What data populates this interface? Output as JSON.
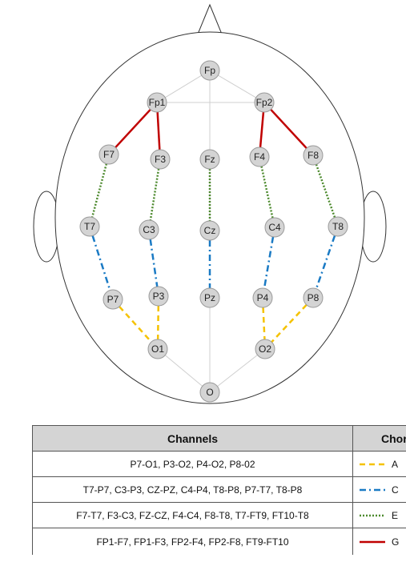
{
  "electrodes": [
    {
      "id": "Fp",
      "label": "Fp"
    },
    {
      "id": "Fp1",
      "label": "Fp1"
    },
    {
      "id": "Fp2",
      "label": "Fp2"
    },
    {
      "id": "F7",
      "label": "F7"
    },
    {
      "id": "F3",
      "label": "F3"
    },
    {
      "id": "Fz",
      "label": "Fz"
    },
    {
      "id": "F4",
      "label": "F4"
    },
    {
      "id": "F8",
      "label": "F8"
    },
    {
      "id": "T7",
      "label": "T7"
    },
    {
      "id": "C3",
      "label": "C3"
    },
    {
      "id": "Cz",
      "label": "Cz"
    },
    {
      "id": "C4",
      "label": "C4"
    },
    {
      "id": "T8",
      "label": "T8"
    },
    {
      "id": "P7",
      "label": "P7"
    },
    {
      "id": "P3",
      "label": "P3"
    },
    {
      "id": "Pz",
      "label": "Pz"
    },
    {
      "id": "P4",
      "label": "P4"
    },
    {
      "id": "P8",
      "label": "P8"
    },
    {
      "id": "O1",
      "label": "O1"
    },
    {
      "id": "O2",
      "label": "O2"
    },
    {
      "id": "O",
      "label": "O"
    }
  ],
  "connections": [
    {
      "from": "Fp1",
      "to": "F7",
      "chord": "G"
    },
    {
      "from": "Fp1",
      "to": "F3",
      "chord": "G"
    },
    {
      "from": "Fp2",
      "to": "F4",
      "chord": "G"
    },
    {
      "from": "Fp2",
      "to": "F8",
      "chord": "G"
    },
    {
      "from": "F7",
      "to": "T7",
      "chord": "E"
    },
    {
      "from": "F3",
      "to": "C3",
      "chord": "E"
    },
    {
      "from": "Fz",
      "to": "Cz",
      "chord": "E"
    },
    {
      "from": "F4",
      "to": "C4",
      "chord": "E"
    },
    {
      "from": "F8",
      "to": "T8",
      "chord": "E"
    },
    {
      "from": "T7",
      "to": "P7",
      "chord": "C"
    },
    {
      "from": "C3",
      "to": "P3",
      "chord": "C"
    },
    {
      "from": "Cz",
      "to": "Pz",
      "chord": "C"
    },
    {
      "from": "C4",
      "to": "P4",
      "chord": "C"
    },
    {
      "from": "T8",
      "to": "P8",
      "chord": "C"
    },
    {
      "from": "P7",
      "to": "O1",
      "chord": "A"
    },
    {
      "from": "P3",
      "to": "O1",
      "chord": "A"
    },
    {
      "from": "P4",
      "to": "O2",
      "chord": "A"
    },
    {
      "from": "P8",
      "to": "O2",
      "chord": "A"
    }
  ],
  "guides": [
    [
      "Fp",
      "Fp1"
    ],
    [
      "Fp",
      "Fp2"
    ],
    [
      "Fp",
      "Fz"
    ],
    [
      "Fz",
      "Cz"
    ],
    [
      "Pz",
      "O"
    ],
    [
      "O1",
      "O"
    ],
    [
      "O2",
      "O"
    ],
    [
      "Fp1",
      "Fp2"
    ]
  ],
  "chords": {
    "A": {
      "color": "#f5c200",
      "dash": "7,5",
      "width": 2.5
    },
    "C": {
      "color": "#1a7ac4",
      "dash": "8,4,2,4",
      "width": 2.5
    },
    "E": {
      "color": "#4d8a2e",
      "dash": "2,2",
      "width": 2.5
    },
    "G": {
      "color": "#c00000",
      "dash": "",
      "width": 2.5
    }
  },
  "table": {
    "header": {
      "channels": "Channels",
      "chord": "Chord"
    },
    "rows": [
      {
        "channels": "P7-O1, P3-O2, P4-O2, P8-02",
        "chord": "A"
      },
      {
        "channels": "T7-P7, C3-P3, CZ-PZ, C4-P4, T8-P8, P7-T7, T8-P8",
        "chord": "C"
      },
      {
        "channels": "F7-T7, F3-C3, FZ-CZ, F4-C4, F8-T8, T7-FT9, FT10-T8",
        "chord": "E"
      },
      {
        "channels": "FP1-F7, FP1-F3, FP2-F4, FP2-F8, FT9-FT10",
        "chord": "G"
      }
    ]
  }
}
